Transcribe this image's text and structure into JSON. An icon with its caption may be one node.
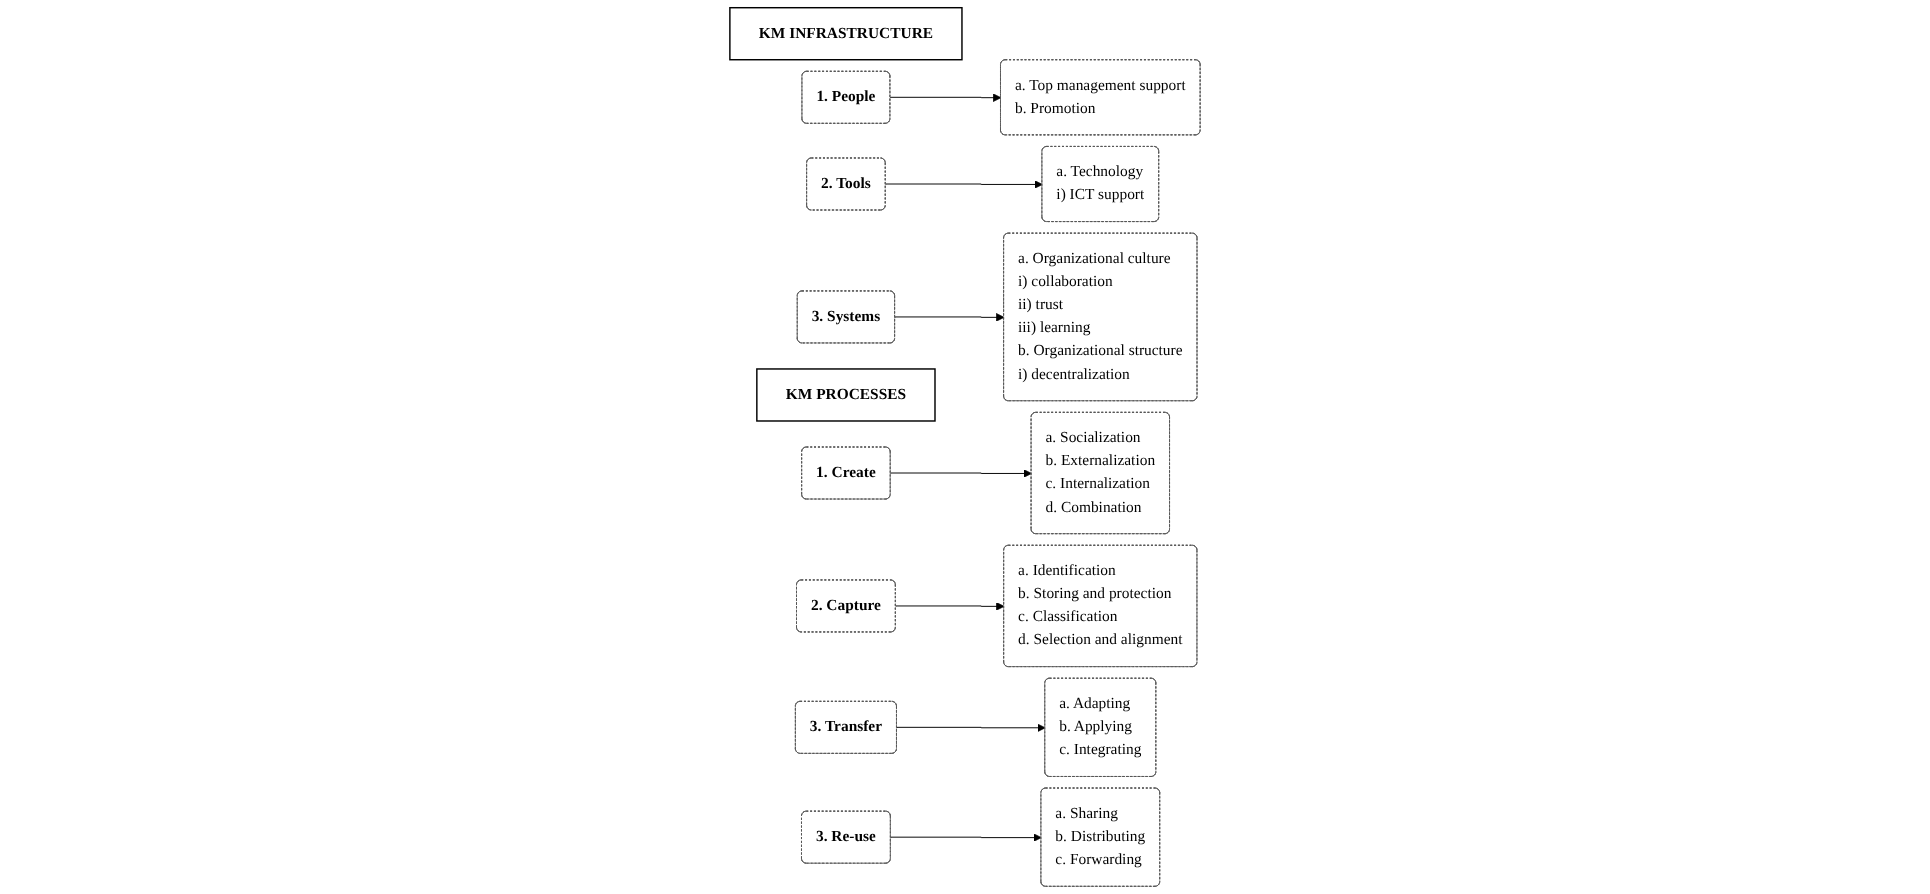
{
  "diagram": {
    "nodes": [
      {
        "text": [
          "KM INFRASTRUCTURE"
        ]
      },
      {
        "text": [
          "1. People"
        ]
      },
      {
        "text": [
          "a. Top management support",
          "b. Promotion"
        ]
      },
      {
        "text": [
          "2. Tools"
        ]
      },
      {
        "text": [
          "a. Technology",
          "i) ICT support"
        ]
      },
      {
        "text": [
          "3. Systems"
        ]
      },
      {
        "text": [
          "a. Organizational culture",
          "i) collaboration",
          "ii) trust",
          "iii) learning",
          "b. Organizational structure",
          "i) decentralization"
        ]
      },
      {
        "text": [
          "KM PROCESSES"
        ]
      },
      {
        "text": [
          "1. Create"
        ]
      },
      {
        "text": [
          "a. Socialization",
          "b. Externalization",
          "c. Internalization",
          "d. Combination"
        ]
      },
      {
        "text": [
          "2. Capture"
        ]
      },
      {
        "text": [
          "a. Identification",
          "b. Storing and protection",
          "c. Classification",
          "d. Selection and alignment"
        ]
      },
      {
        "text": [
          "3. Transfer"
        ]
      },
      {
        "text": [
          "a. Adapting",
          "b. Applying",
          "c. Integrating"
        ]
      },
      {
        "text": [
          "3. Re-use"
        ]
      },
      {
        "text": [
          "a. Sharing",
          "b. Distributing",
          "c. Forwarding"
        ]
      }
    ],
    "edges": [
      {
        "from": 1,
        "to": 2,
        "arrow": "to"
      },
      {
        "from": 3,
        "to": 4,
        "arrow": "to"
      },
      {
        "from": 5,
        "to": 6,
        "arrow": "to"
      },
      {
        "from": 8,
        "to": 9,
        "arrow": "to"
      },
      {
        "from": 10,
        "to": 11,
        "arrow": "to"
      },
      {
        "from": 12,
        "to": 13,
        "arrow": "to"
      },
      {
        "from": 14,
        "to": 15,
        "arrow": "to"
      }
    ]
  }
}
